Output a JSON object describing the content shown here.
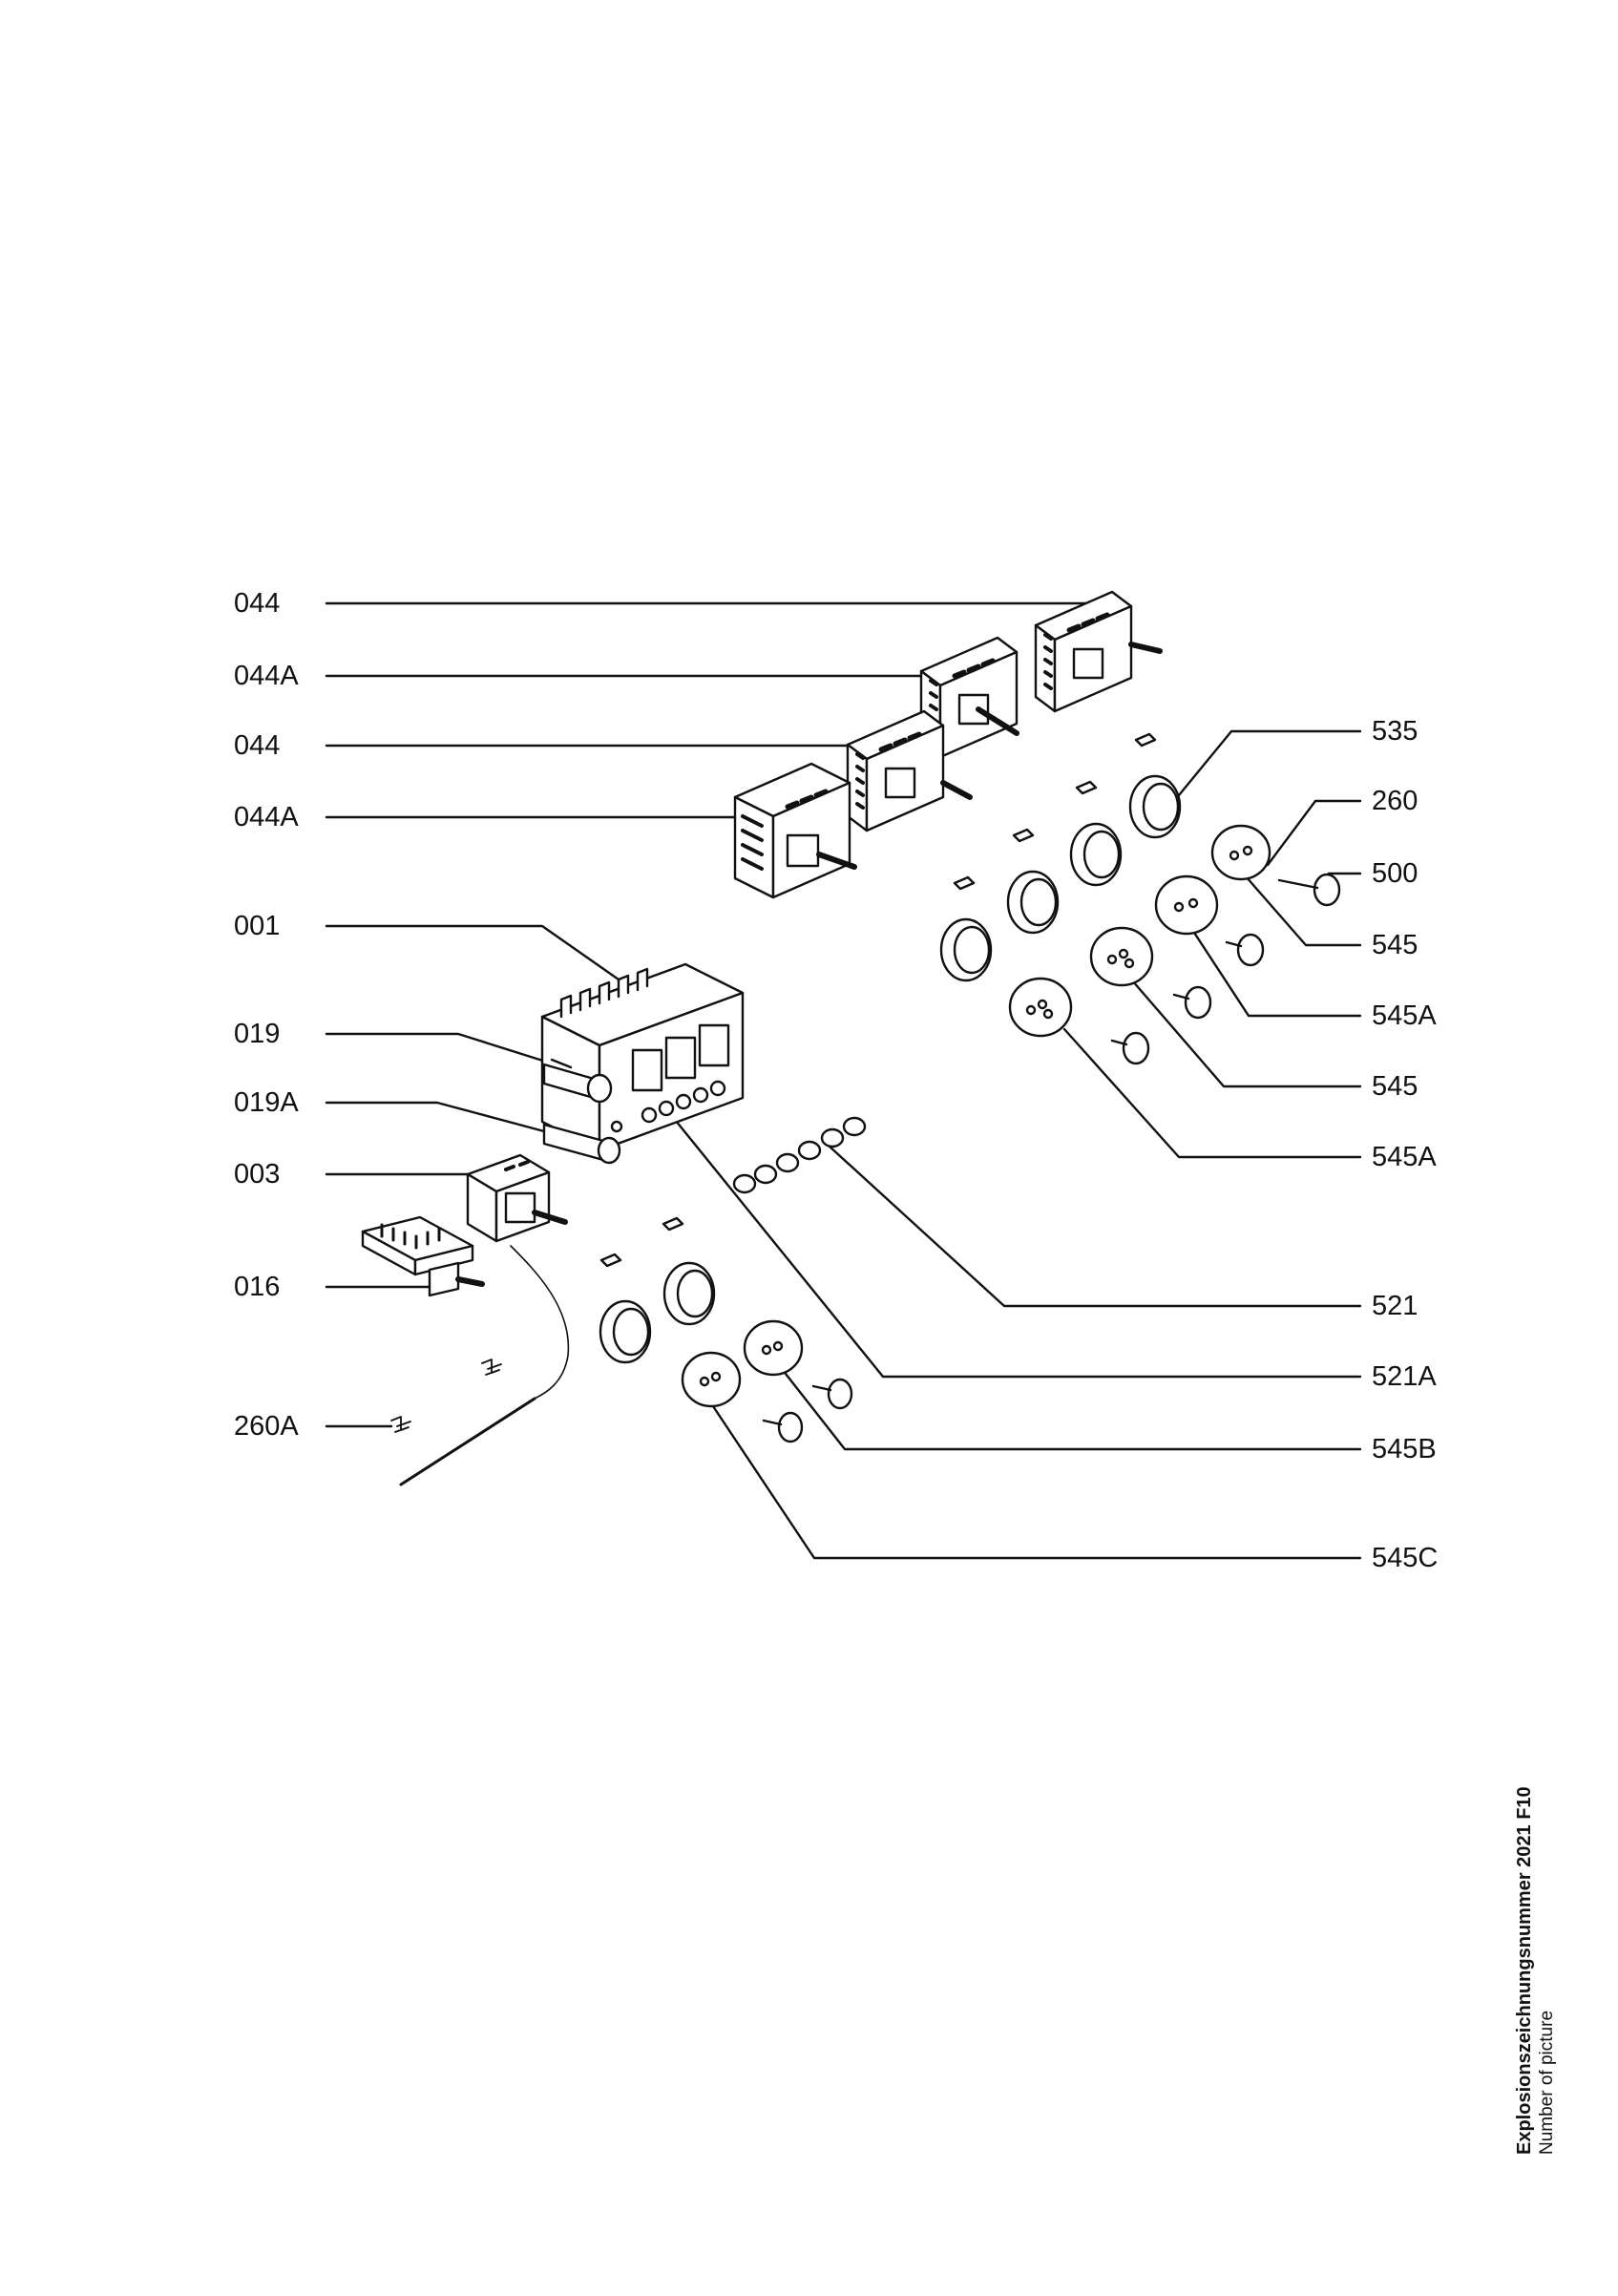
{
  "labels": {
    "l044_1": "044",
    "l044a_1": "044A",
    "l044_2": "044",
    "l044a_2": "044A",
    "l001": "001",
    "l019": "019",
    "l019a": "019A",
    "l003": "003",
    "l016": "016",
    "l260a": "260A",
    "r535": "535",
    "r260": "260",
    "r500": "500",
    "r545_1": "545",
    "r545a_1": "545A",
    "r545_2": "545",
    "r545a_2": "545A",
    "r521": "521",
    "r521a": "521A",
    "r545b": "545B",
    "r545c": "545C"
  },
  "footer": {
    "title": "Explosionszeichnungsnummer 2021 F10",
    "subtitle": "Number of picture"
  }
}
